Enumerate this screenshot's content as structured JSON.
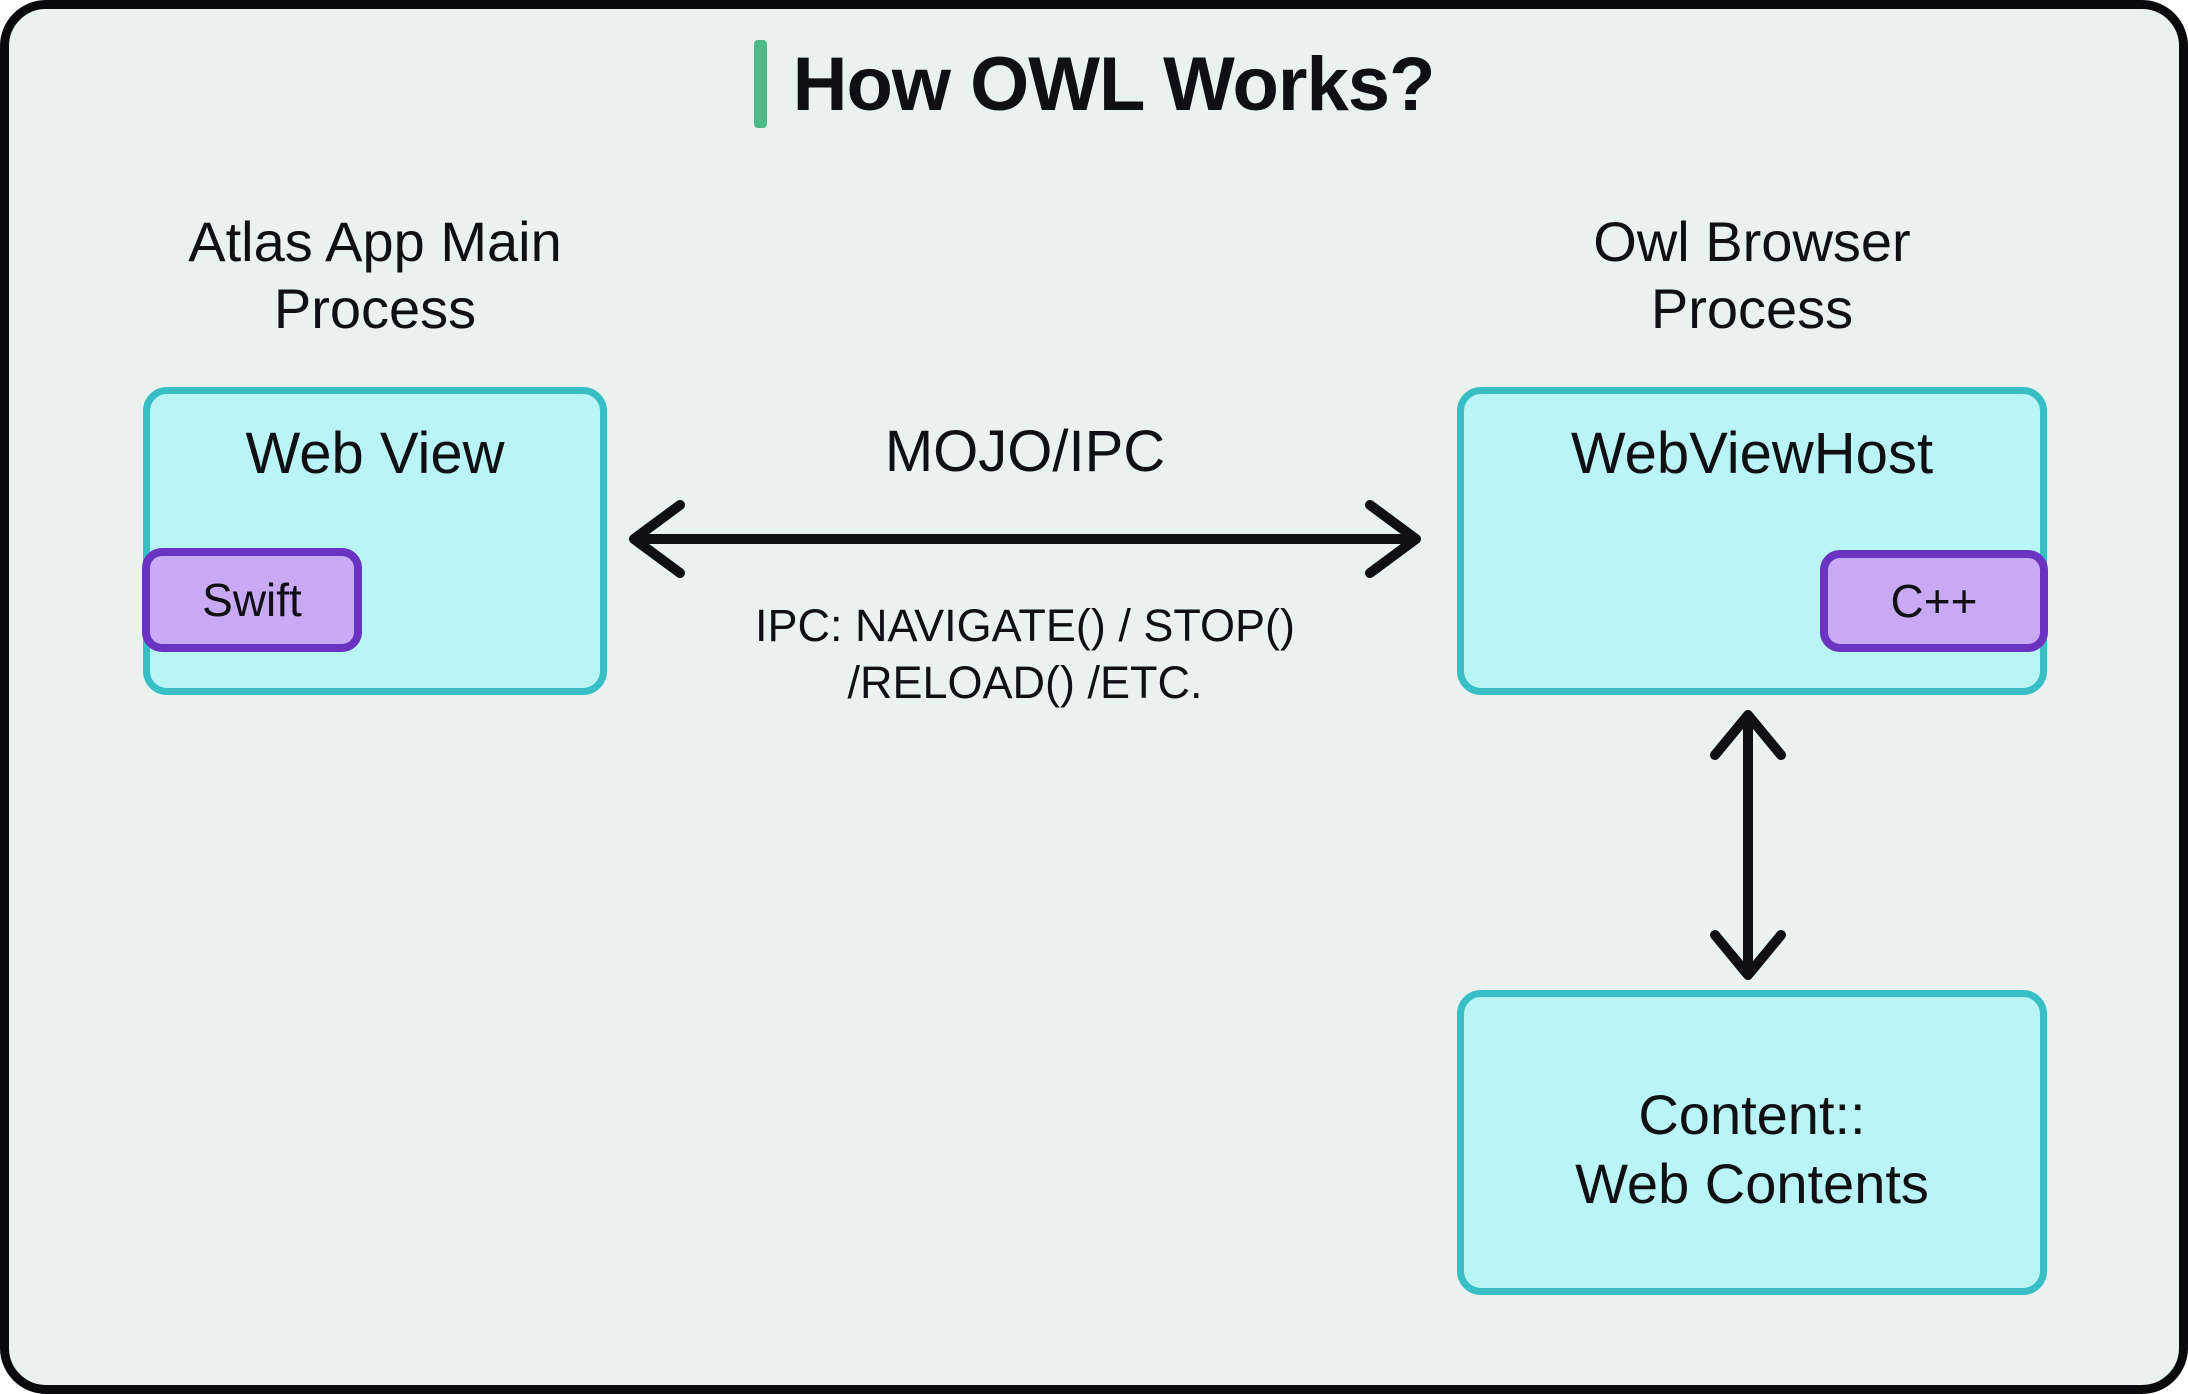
{
  "title": "How OWL Works?",
  "colors": {
    "bg": "#e9f2ee",
    "frame_border": "#0a0a0c",
    "box_fill": "#b9f5f7",
    "box_border": "#38bec5",
    "badge_fill": "#c9a9f3",
    "badge_border": "#6a33c0",
    "accent_green": "#4dba85",
    "ink": "#101014"
  },
  "left_process": {
    "label_line1": "Atlas App Main",
    "label_line2": "Process",
    "box_title": "Web View",
    "badge": "Swift"
  },
  "right_process": {
    "label_line1": "Owl Browser",
    "label_line2": "Process",
    "box_title": "WebViewHost",
    "badge": "C++"
  },
  "ipc_link": {
    "label": "MOJO/IPC",
    "detail_line1": "IPC: NAVIGATE() / STOP()",
    "detail_line2": "/RELOAD() /ETC."
  },
  "content_box": {
    "line1": "Content::",
    "line2": "Web Contents"
  }
}
